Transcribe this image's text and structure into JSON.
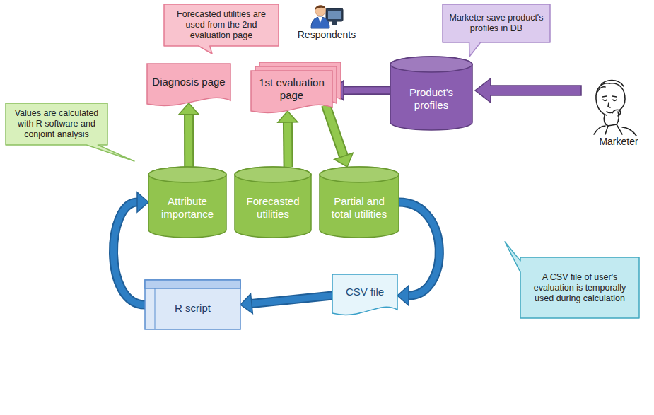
{
  "diagram": {
    "nodes": [
      {
        "text": [
          "Forecasted utilities are used from the 2nd evaluation page"
        ]
      },
      {
        "text": [
          "Marketer save product's profiles in DB"
        ]
      },
      {
        "text": [
          "Diagnosis page"
        ]
      },
      {
        "text": [
          "1st evaluation page"
        ]
      },
      {
        "text": [
          "Product's profiles"
        ]
      },
      {
        "text": [
          "Values are calculated with R software and conjoint analysis"
        ]
      },
      {
        "text": [
          "Attribute importance"
        ]
      },
      {
        "text": [
          "Forecasted utilities"
        ]
      },
      {
        "text": [
          "Partial and total utilities"
        ]
      },
      {
        "text": [
          "R script"
        ]
      },
      {
        "text": [
          "CSV file"
        ]
      },
      {
        "text": [
          "A CSV file of user's evaluation is temporally used during calculation"
        ]
      }
    ],
    "edges": [
      {
        "from": 4,
        "to": 3,
        "arrow": "to"
      },
      {
        "from": 6,
        "to": 2,
        "arrow": "to"
      },
      {
        "from": 7,
        "to": 3,
        "arrow": "to"
      },
      {
        "from": 3,
        "to": 8,
        "arrow": "to"
      },
      {
        "from": 8,
        "to": 10,
        "arrow": "to"
      },
      {
        "from": 10,
        "to": 9,
        "arrow": "to"
      },
      {
        "from": 9,
        "to": 6,
        "arrow": "to"
      }
    ],
    "labels": [
      "Respondents",
      "Marketer"
    ]
  }
}
